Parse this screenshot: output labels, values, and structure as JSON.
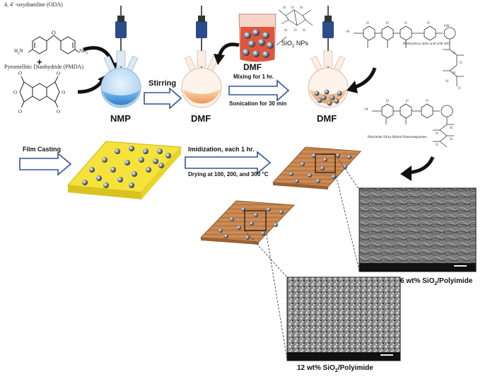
{
  "reagents": {
    "oda": "4, 4' -oxydianiline (ODA)",
    "pmda": "Pyromellitic Dianhydride (PMDA)",
    "nh2": "NH",
    "h2n": "H",
    "plus": "+"
  },
  "flasks": {
    "nmp": "NMP",
    "dmf1": "DMF",
    "dmf2": "DMF",
    "dmf_beaker": "DMF"
  },
  "nanoparticles": {
    "label": "SiO",
    "sub": "2",
    "suffix": " NPs"
  },
  "steps": {
    "stirring": "Stirring",
    "mixing": "Mixing for 1 hr.",
    "sonication": "Sonication for 30 min",
    "film_casting": "Film Casting",
    "imidization": "Imidization, each 1 hr.",
    "drying": "Drying at 100, 200, and 300 °C"
  },
  "polymers": {
    "paa": "Polyhydroxy amic acid with SiO",
    "pi": "Polyimide Silica Hybrid Nanocomposites"
  },
  "sem": {
    "six": {
      "pre": "6 wt% SiO",
      "sub": "2",
      "post": "/Polyimide"
    },
    "twelve": {
      "pre": "12 wt% SiO",
      "sub": "2",
      "post": "/Polyimide"
    }
  },
  "colors": {
    "arrow_fill": "#ffffff",
    "arrow_stroke": "#2f5597",
    "film_yellow": "#f5e33b",
    "film_brown": "#c8864f",
    "flask_blue": "#5aa7e0",
    "flask_orange": "#f2b98a",
    "beaker_red": "#e2553a"
  }
}
